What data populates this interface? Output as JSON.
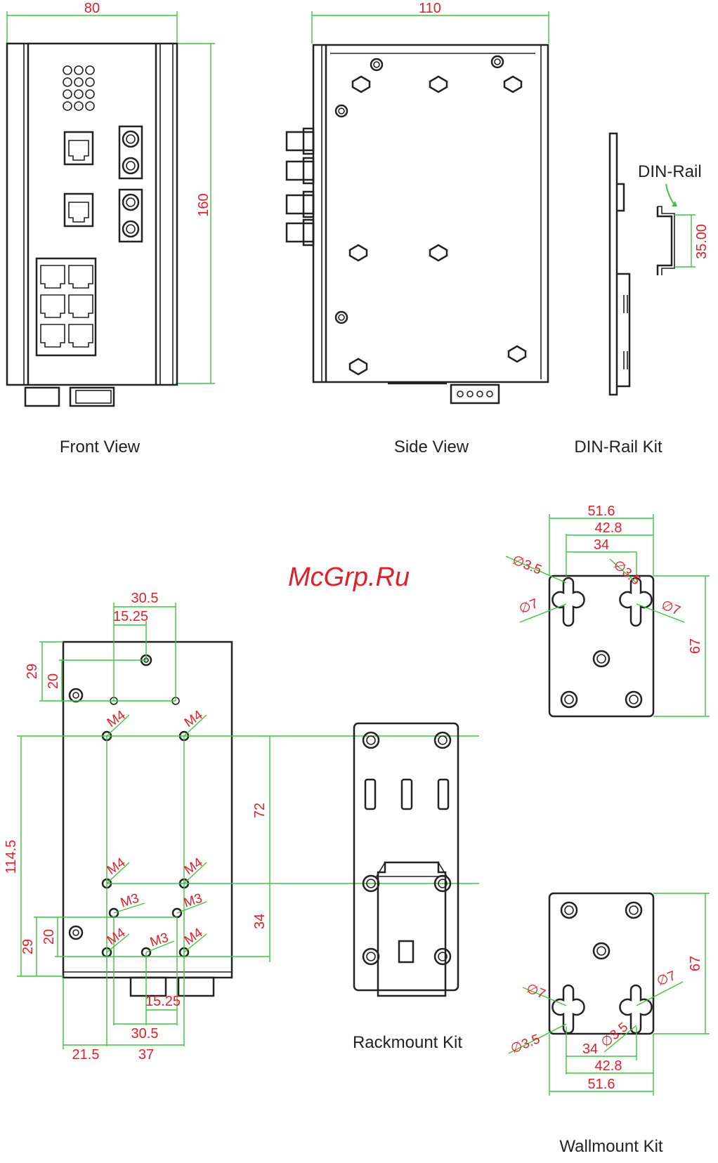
{
  "watermark": "McGrp.Ru",
  "views": {
    "front": {
      "caption": "Front View",
      "width": "80",
      "height": "160"
    },
    "side": {
      "caption": "Side View",
      "width": "110"
    },
    "din": {
      "caption": "DIN-Rail Kit",
      "label": "DIN-Rail",
      "height": "35.00"
    },
    "rack": {
      "caption": "Rackmount Kit",
      "dims": {
        "top_30_5": "30.5",
        "top_15_25": "15.25",
        "d29_top": "29",
        "d20_top": "20",
        "d114_5": "114.5",
        "d72": "72",
        "d34": "34",
        "d29_bot": "29",
        "d20_bot": "20",
        "bot_15_25": "15.25",
        "bot_30_5": "30.5",
        "d21_5": "21.5",
        "d37": "37"
      },
      "screws": {
        "m4": "M4",
        "m3": "M3"
      }
    },
    "wallmount_top": {
      "dims": {
        "w51_6": "51.6",
        "w42_8": "42.8",
        "w34": "34",
        "h67": "67"
      },
      "holes": {
        "d3_5": "∅3.5",
        "d7": "∅7"
      }
    },
    "wallmount_bottom": {
      "caption": "Wallmount Kit",
      "dims": {
        "w51_6": "51.6",
        "w42_8": "42.8",
        "w34": "34",
        "h67": "67"
      },
      "holes": {
        "d3_5": "∅3.5",
        "d7": "∅7"
      }
    }
  }
}
